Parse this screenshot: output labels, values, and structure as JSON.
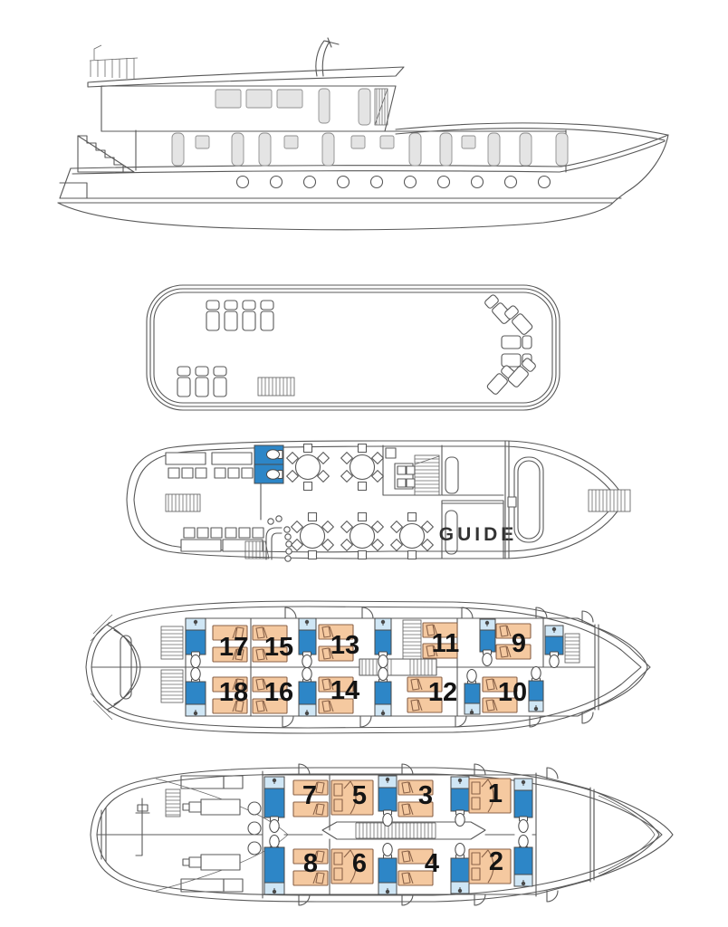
{
  "diagram": {
    "kind": "ship-deck-plan",
    "colors": {
      "line": "#585858",
      "bathroom_blue": "#2d86c7",
      "shower_pale": "#cfe6f5",
      "bed_fill": "#f5c9a0",
      "bed_outline": "#8a6248",
      "window_gray": "#e4e4e4",
      "number_color": "#141414"
    },
    "main_deck": {
      "guide_label": "GUIDE"
    },
    "cabins": {
      "c1": "1",
      "c2": "2",
      "c3": "3",
      "c4": "4",
      "c5": "5",
      "c6": "6",
      "c7": "7",
      "c8": "8",
      "c9": "9",
      "c10": "10",
      "c11": "11",
      "c12": "12",
      "c13": "13",
      "c14": "14",
      "c15": "15",
      "c16": "16",
      "c17": "17",
      "c18": "18"
    }
  }
}
